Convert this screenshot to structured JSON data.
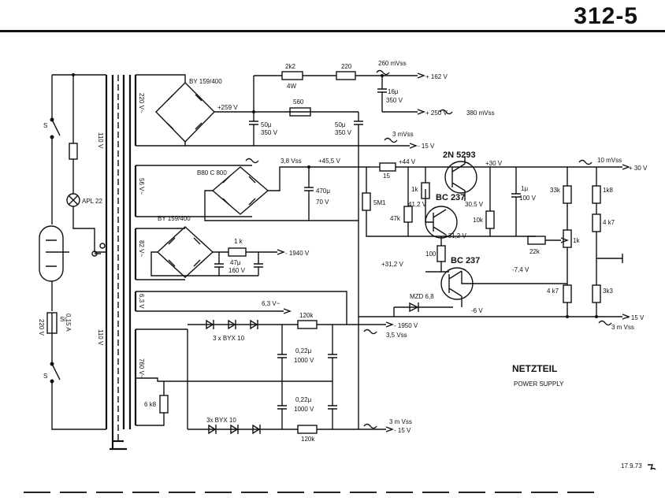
{
  "page_number": "312-5",
  "title": "NETZTEIL",
  "subtitle": "POWER SUPPLY",
  "date": "17.9.73",
  "labels": {
    "s_top": "S",
    "s_bottom": "S",
    "apl": "APL 22",
    "si": "Si",
    "fuse_rating": "0,15 A",
    "mains": "220 V",
    "v110_top": "110 V",
    "v110_bottom": "110 V",
    "sec_220": "220 V~",
    "sec_56": "56 V~",
    "sec_82": "82 V~",
    "sec_63": "6,3 V",
    "sec_760": "760 V~",
    "by159_top": "BY 159/400",
    "by159_mid": "BY 159/400",
    "b80c800": "B80 C 800",
    "r2k2": "2k2",
    "r2k2_w": "4W",
    "r220": "220",
    "v260mvss": "260 mVss",
    "v162": "+ 162 V",
    "c16u": "16μ",
    "c16u_v": "350 V",
    "r560": "560",
    "v250": "+ 250 V",
    "v380mvss": "380 mVss",
    "v259": "+259 V",
    "c50u_a": "50μ",
    "c50u_a_v": "350 V",
    "c50u_b": "50μ",
    "c50u_b_v": "350 V",
    "v3mvss_a": "3 mVss",
    "vm15_a": "- 15 V",
    "v38vss": "3,8 Vss",
    "v455": "+45,5 V",
    "c470u": "470μ",
    "c470u_v": "70 V",
    "r15": "15",
    "v44": "+44 V",
    "r1k_a": "1k",
    "r5m1": "5M1",
    "q2n5293": "2N 5293",
    "v30": "+30 V",
    "v10mvss": "10 mVss",
    "vp30": "+ 30 V",
    "qbc237_a": "BC 237",
    "v412": "41,2 V",
    "v305": "30,5 V",
    "c1u": "1μ",
    "c1u_v": "100 V",
    "r33k": "33k",
    "r1k8": "1k8",
    "r47k": "47k",
    "r10k": "10k",
    "r4k7_a": "4 k7",
    "v312_a": "+31,2 V",
    "r1k_b": "1 k",
    "vm1940": "- 1940 V",
    "c47u": "47μ",
    "c47u_v": "160 V",
    "r22k": "22k",
    "r1k_pot": "1k",
    "r100": "100",
    "v312_b": "+31,2 V",
    "qbc237_b": "BC 237",
    "vm74": "-7,4 V",
    "v63": "6,3 V~",
    "mzd": "MZD 6,8",
    "r4k7_b": "4 k7",
    "r3k3": "3k3",
    "vm6": "-6 V",
    "vm15_b": "- 15 V",
    "v3mvss_b": "3 m Vss",
    "r120k_a": "120k",
    "vm1950": "- 1950 V",
    "v35vss": "3,5 Vss",
    "byx10_a": "3 x BYX 10",
    "c022_a": "0,22μ",
    "c022_a_v": "1000 V",
    "c022_b": "0,22μ",
    "c022_b_v": "1000 V",
    "r6k8": "6 k8",
    "byx10_b": "3x BYX 10",
    "r120k_b": "120k",
    "v3mvss_c": "3 m Vss",
    "vm15_c": "- 15 V"
  }
}
